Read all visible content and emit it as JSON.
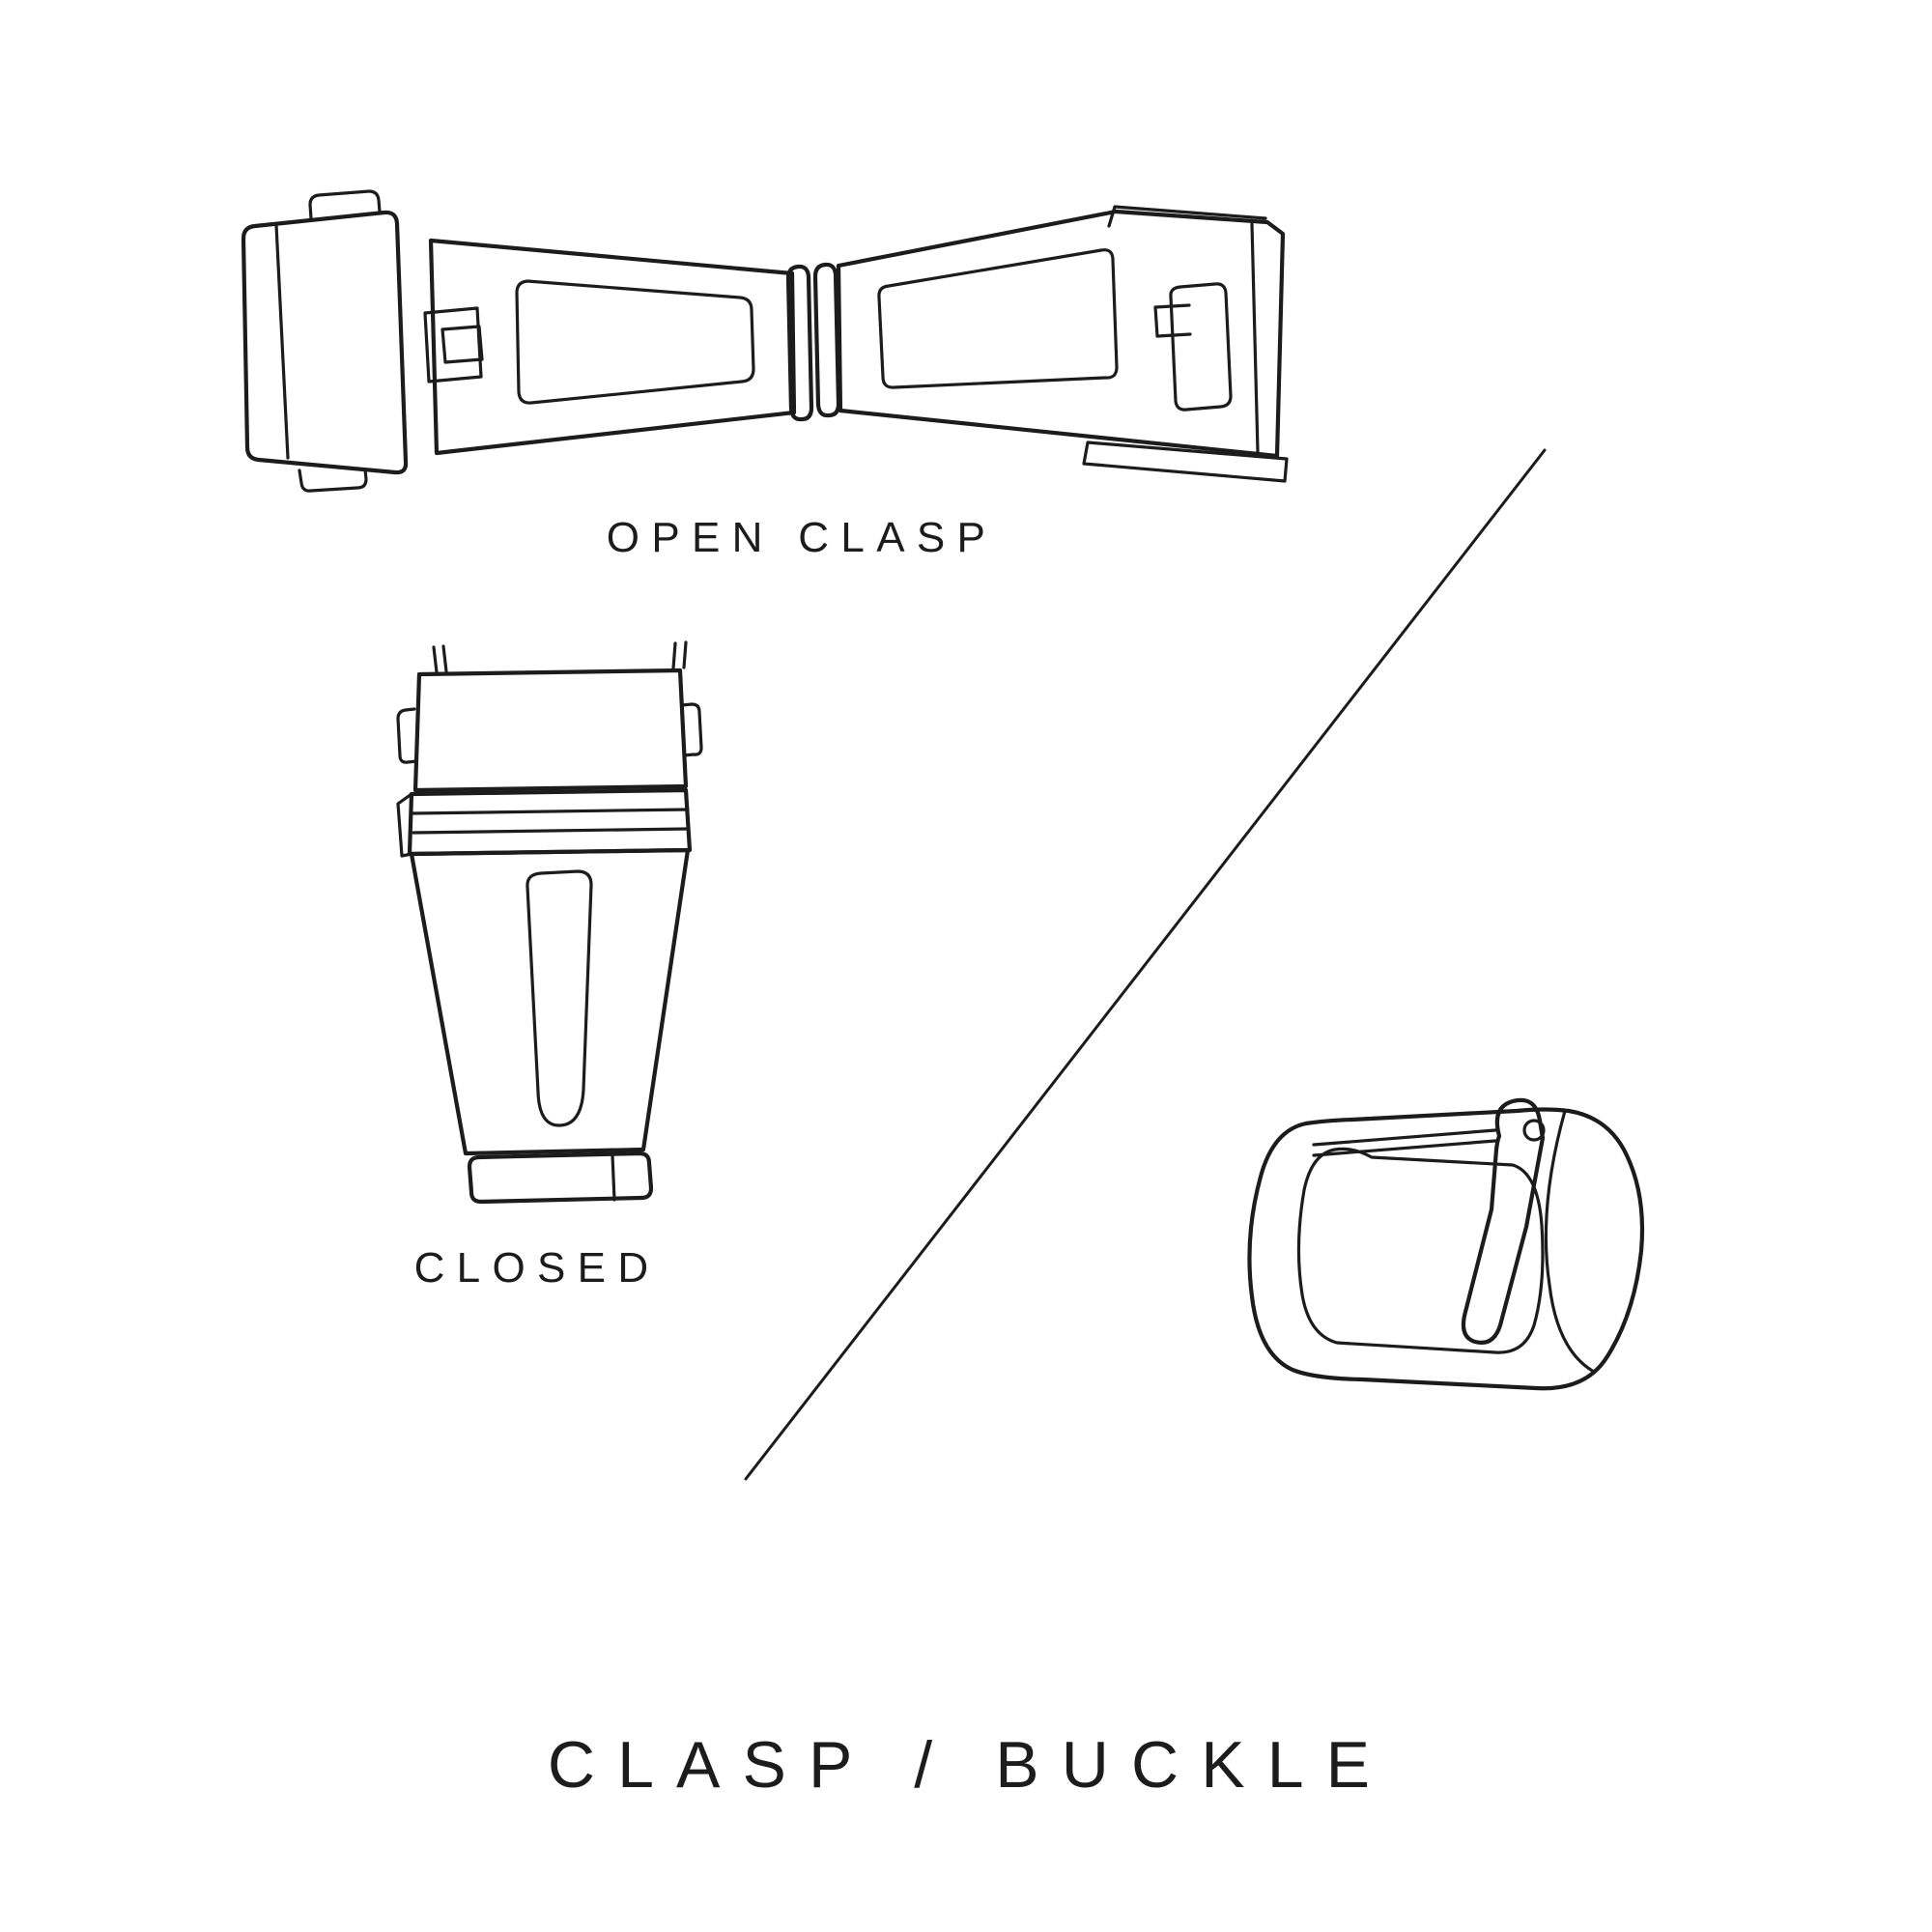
{
  "canvas": {
    "background": "#ffffff",
    "line_color": "#1c1c1c",
    "text_color": "#1c1c1c"
  },
  "labels": {
    "open_clasp": "OPEN CLASP",
    "closed": "CLOSED",
    "title": "CLASP / BUCKLE"
  }
}
